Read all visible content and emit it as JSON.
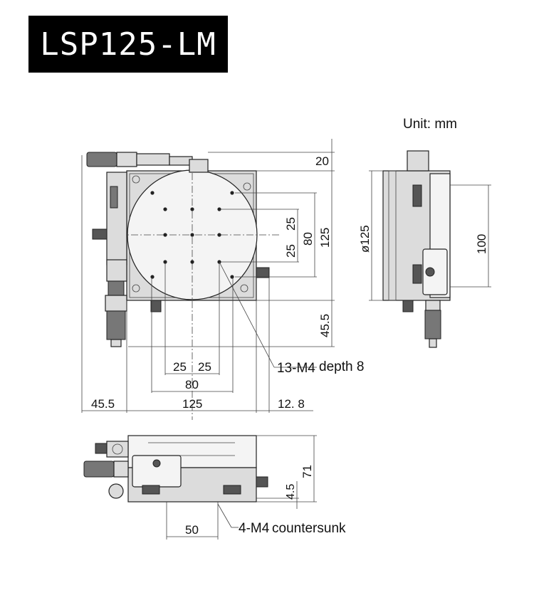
{
  "title": "LSP125-LM",
  "unit_label": "Unit: mm",
  "dimensions": {
    "top_20": "20",
    "right_25_a": "25",
    "right_25_b": "25",
    "right_80": "80",
    "right_125": "125",
    "right_45_5": "45.5",
    "bottom_25_a": "25",
    "bottom_25_b": "25",
    "bottom_80": "80",
    "bottom_45_5": "45.5",
    "bottom_125": "125",
    "bottom_12_8": "12. 8",
    "side_dia125": "ø125",
    "side_100": "100",
    "front_71": "71",
    "front_4_5": "4.5",
    "front_50": "50"
  },
  "callouts": {
    "tapped_holes_prefix": "13-M4",
    "tapped_holes_suffix": "depth 8",
    "countersunk_prefix": "4-M4",
    "countersunk_suffix": "countersunk"
  }
}
